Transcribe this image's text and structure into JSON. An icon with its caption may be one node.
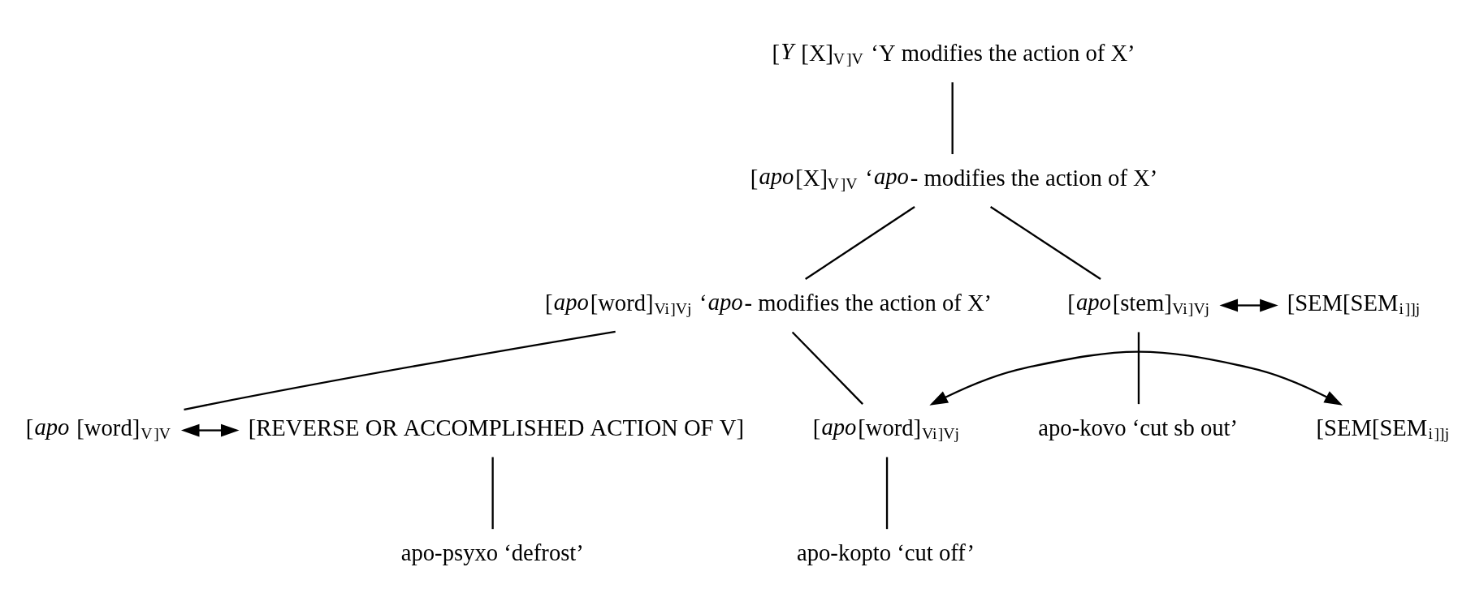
{
  "diagram": {
    "nodes": [
      {
        "text": [
          "[*Y* [X]$_{V}$]$_{V}$ ‘Y modifies the action of X’"
        ]
      },
      {
        "text": [
          "[*apo*[X]$_{V}$]$_{V}$ ‘*apo*- modifies the action of X’"
        ]
      },
      {
        "text": [
          "[*apo*[word]$_{Vi}$]$_{Vj}$ ‘*apo*- modifies the action of X’"
        ]
      },
      {
        "text": [
          "[*apo*[stem]$_{Vi}$]$_{Vj}$"
        ]
      },
      {
        "text": [
          "[SEM[SEM$_{i}$]]$_{j}$"
        ]
      },
      {
        "text": [
          "[*apo* [word]$_{V}$]$_{V}$"
        ]
      },
      {
        "text": [
          "[REVERSE OR ACCOMPLISHED ACTION OF V]"
        ]
      },
      {
        "text": [
          "[*apo*[word]$_{Vi}$]$_{Vj}$"
        ]
      },
      {
        "text": [
          "[SEM[SEM$_{i}$]]$_{j}$"
        ]
      },
      {
        "text": [
          "apo-kovo ‘cut sb out’"
        ]
      },
      {
        "text": [
          "apo-kopto ‘cut off’"
        ]
      },
      {
        "text": [
          "apo-psyxo ‘defrost’"
        ]
      }
    ],
    "edges": [
      {
        "from": 0,
        "to": 1,
        "arrow": "none"
      },
      {
        "from": 1,
        "to": 3,
        "arrow": "none"
      },
      {
        "from": 1,
        "to": 2,
        "arrow": "none"
      },
      {
        "from": 2,
        "to": 7,
        "arrow": "none"
      },
      {
        "from": 2,
        "to": 5,
        "arrow": "none"
      },
      {
        "from": 3,
        "to": 4,
        "arrow": "both"
      },
      {
        "from": 5,
        "to": 6,
        "arrow": "both"
      },
      {
        "from": 7,
        "to": 8,
        "arrow": "both"
      },
      {
        "from": 3,
        "to": 9,
        "arrow": "none"
      },
      {
        "from": 7,
        "to": 10,
        "arrow": "none"
      },
      {
        "from": 6,
        "to": 11,
        "arrow": "none"
      }
    ]
  }
}
